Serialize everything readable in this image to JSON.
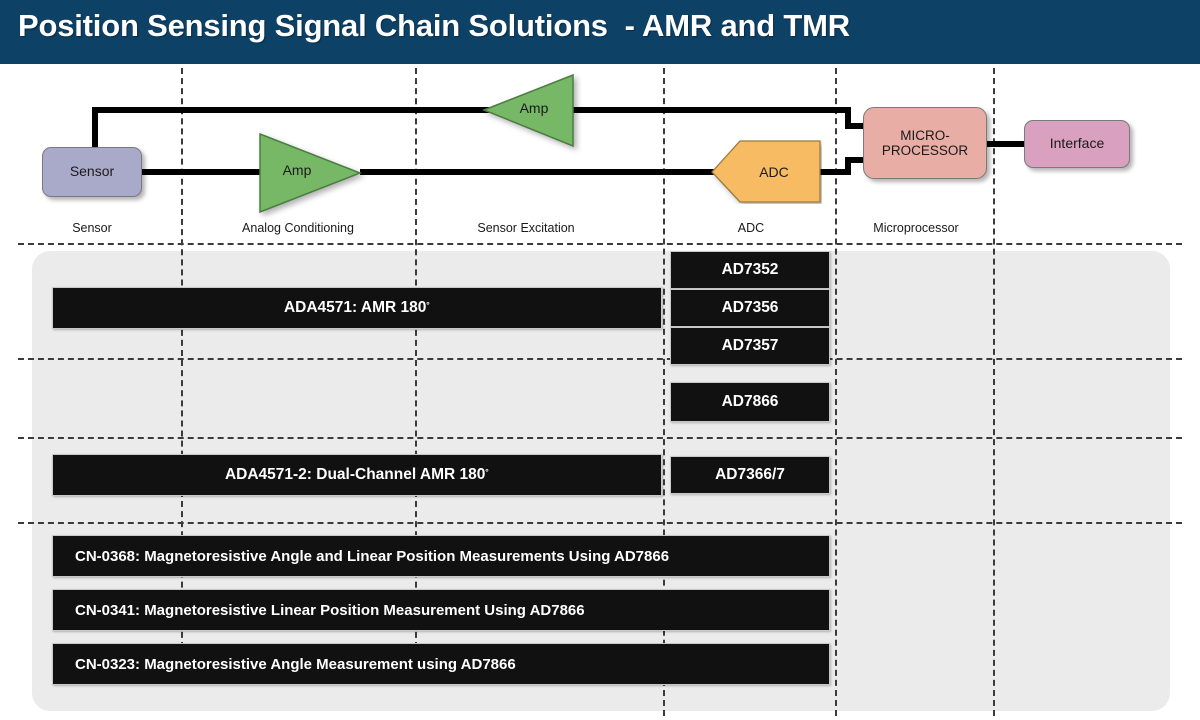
{
  "header": {
    "title": "Position Sensing Signal Chain Solutions  - AMR and TMR",
    "bg_color": "#0d4166"
  },
  "signal_chain": {
    "blocks": [
      {
        "id": "sensor",
        "label": "Sensor",
        "shape": "rounded-rect",
        "color": "#a9aac9"
      },
      {
        "id": "amp-lower",
        "label": "Amp",
        "shape": "triangle-right",
        "color": "#77b866"
      },
      {
        "id": "amp-upper",
        "label": "Amp",
        "shape": "triangle-left",
        "color": "#77b866"
      },
      {
        "id": "adc",
        "label": "ADC",
        "shape": "pentagon-left",
        "color": "#f7bc63"
      },
      {
        "id": "micro",
        "label": "MICRO-\nPROCESSOR",
        "shape": "rounded-rect",
        "color": "#e8ada4"
      },
      {
        "id": "interface",
        "label": "Interface",
        "shape": "rounded-rect",
        "color": "#d9a0c0"
      }
    ],
    "micro_line1": "MICRO-",
    "micro_line2": "PROCESSOR",
    "captions": [
      {
        "id": "sensor",
        "label": "Sensor"
      },
      {
        "id": "analog-conditioning",
        "label": "Analog Conditioning"
      },
      {
        "id": "sensor-excitation",
        "label": "Sensor Excitation"
      },
      {
        "id": "adc",
        "label": "ADC"
      },
      {
        "id": "microprocessor",
        "label": "Microprocessor"
      }
    ]
  },
  "product_rows": [
    {
      "id": "row-amr-180",
      "wide_bar": {
        "text": "ADA4571: AMR 180",
        "degree": "˚"
      },
      "adc_parts": [
        "AD7352",
        "AD7356",
        "AD7357"
      ]
    },
    {
      "id": "row-ad7866",
      "wide_bar": null,
      "adc_parts": [
        "AD7866"
      ]
    },
    {
      "id": "row-dual-channel",
      "wide_bar": {
        "text": "ADA4571-2:  Dual-Channel AMR 180",
        "degree": "˚"
      },
      "adc_parts": [
        "AD7366/7"
      ]
    }
  ],
  "circuit_notes": [
    "CN-0368: Magnetoresistive Angle and Linear Position Measurements Using AD7866",
    "CN-0341: Magnetoresistive Linear Position Measurement Using AD7866",
    "CN-0323: Magnetoresistive Angle Measurement using AD7866"
  ],
  "colors": {
    "header_navy": "#0d4166",
    "panel_gray": "#ebebeb",
    "bar_black": "#111111",
    "amp_green": "#77b866",
    "adc_orange": "#f7bc63",
    "sensor_lavender": "#a9aac9",
    "micro_salmon": "#e8ada4",
    "interface_pink": "#d9a0c0"
  }
}
